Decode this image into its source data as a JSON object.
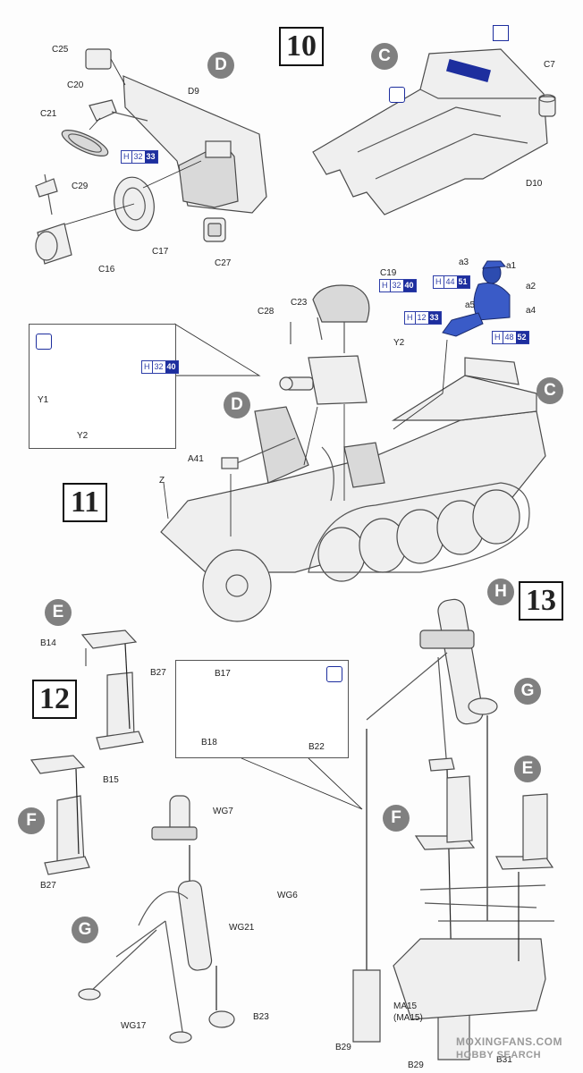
{
  "steps": {
    "s10": "10",
    "s11": "11",
    "s12": "12",
    "s13": "13"
  },
  "badges": {
    "d_top": "D",
    "c_top": "C",
    "d_mid": "D",
    "c_mid": "C",
    "e_left": "E",
    "f_left": "F",
    "g_left": "G",
    "h_right": "H",
    "g_right": "G",
    "f_right": "F",
    "e_right": "E"
  },
  "parts": {
    "c25": "C25",
    "c20": "C20",
    "c21": "C21",
    "d9": "D9",
    "c29": "C29",
    "c17": "C17",
    "c16": "C16",
    "c27": "C27",
    "c7": "C7",
    "d10": "D10",
    "c19": "C19",
    "c23": "C23",
    "c28": "C28",
    "y2": "Y2",
    "a3": "a3",
    "a1": "a1",
    "a2": "a2",
    "a5": "a5",
    "a4": "a4",
    "y1": "Y1",
    "y2_inset": "Y2",
    "a41": "A41",
    "z": "Z",
    "b14": "B14",
    "b27_top": "B27",
    "b17": "B17",
    "b18": "B18",
    "b22": "B22",
    "b15": "B15",
    "b27_low": "B27",
    "wg7": "WG7",
    "wg6": "WG6",
    "wg21": "WG21",
    "wg17": "WG17",
    "b23": "B23",
    "b29_left": "B29",
    "ma15": "MA15",
    "ma15p": "(MA15)",
    "b29_right": "B29",
    "b31": "B31"
  },
  "paints": {
    "p1": {
      "h": "H",
      "a": "32",
      "b": "33"
    },
    "p2": {
      "h": "H",
      "a": "32",
      "b": "40"
    },
    "p3": {
      "h": "H",
      "a": "44",
      "b": "51"
    },
    "p4": {
      "h": "H",
      "a": "12",
      "b": "33"
    },
    "p5": {
      "h": "H",
      "a": "48",
      "b": "52"
    },
    "p6": {
      "h": "H",
      "a": "32",
      "b": "40"
    }
  },
  "watermark": {
    "line1": "MOXINGFANS.COM",
    "line2": "HOBBY SEARCH"
  },
  "colors": {
    "paint_blue": "#1d2e9e",
    "badge_gray": "#808080"
  }
}
